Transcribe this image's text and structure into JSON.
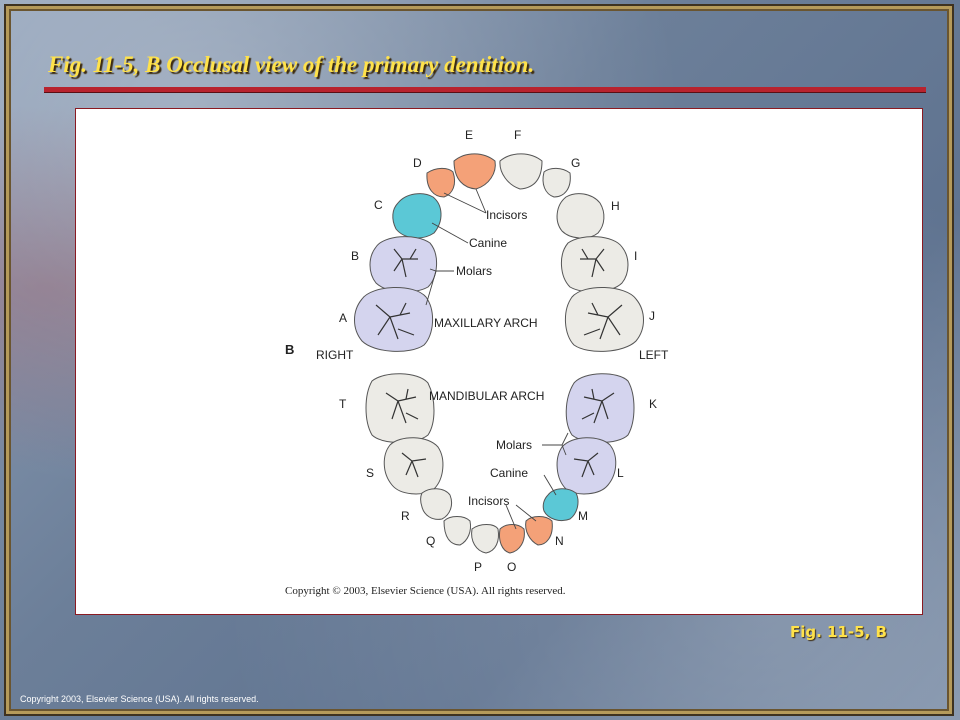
{
  "slide": {
    "title": "Fig. 11-5, B  Occlusal view of the primary dentition.",
    "caption": "Fig. 11-5, B",
    "footer": "Copyright 2003, Elsevier Science (USA).  All rights reserved."
  },
  "figure": {
    "panel_label": "B",
    "side_right": "RIGHT",
    "side_left": "LEFT",
    "maxillary_arch": "MAXILLARY ARCH",
    "mandibular_arch": "MANDIBULAR ARCH",
    "upper_callouts": {
      "incisors": "Incisors",
      "canine": "Canine",
      "molars": "Molars"
    },
    "lower_callouts": {
      "incisors": "Incisors",
      "canine": "Canine",
      "molars": "Molars"
    },
    "tooth_letters": {
      "A": "A",
      "B": "B",
      "C": "C",
      "D": "D",
      "E": "E",
      "F": "F",
      "G": "G",
      "H": "H",
      "I": "I",
      "J": "J",
      "K": "K",
      "L": "L",
      "M": "M",
      "N": "N",
      "O": "O",
      "P": "P",
      "Q": "Q",
      "R": "R",
      "S": "S",
      "T": "T"
    },
    "copyright": "Copyright © 2003, Elsevier Science (USA).  All rights reserved.",
    "colors": {
      "incisor": "#f4a178",
      "canine": "#5bc8d6",
      "molar": "#d4d4ee",
      "unhighlighted": "#ecebe6"
    }
  }
}
